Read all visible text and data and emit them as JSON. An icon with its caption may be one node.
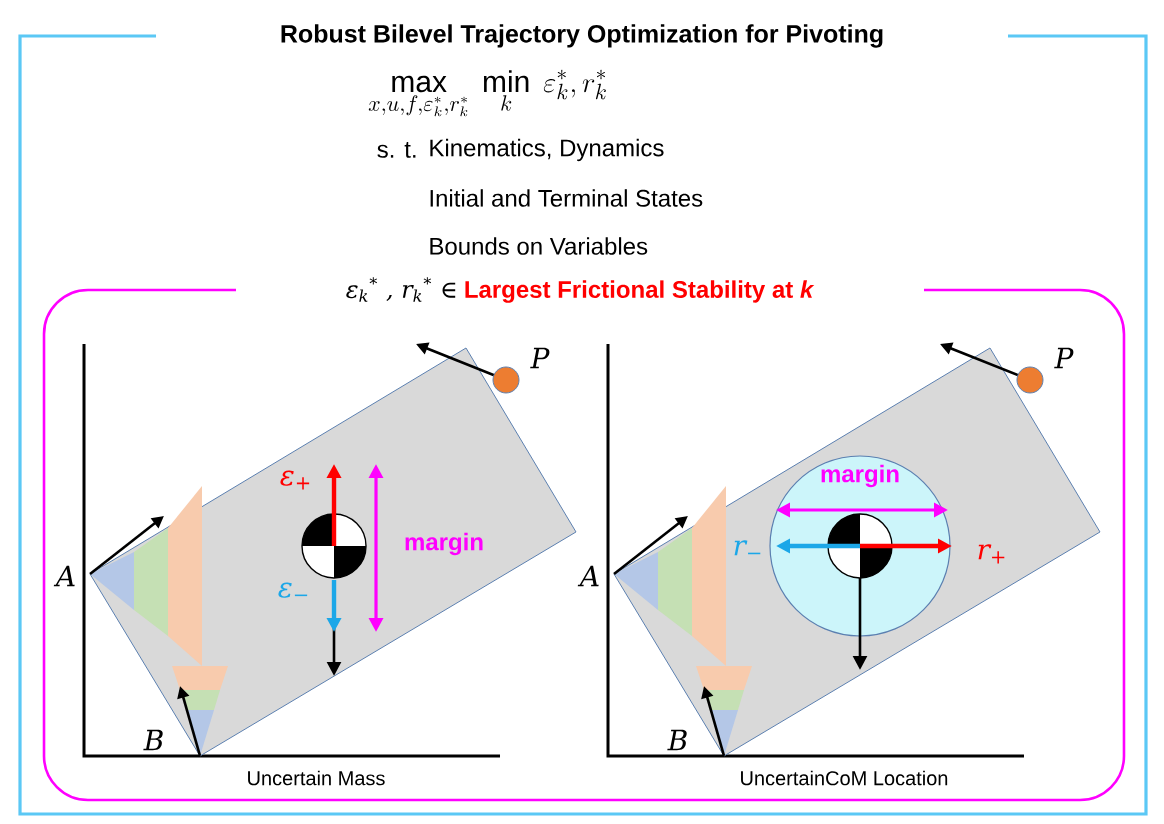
{
  "diagram": {
    "nodes": [
      {
        "text": [
          "Robust Bilevel Trajectory Optimization for Pivoting"
        ]
      },
      {
        "text": [
          "ε$_{k}$$^{*}$ , r$_{k}$$^{*}$ ∈",
          "Largest Frictional Stability at *k*"
        ],
        "in": 0
      }
    ],
    "labels": [
      "\\max_{x,u,f,\\varepsilon_k^*,r_k^*}\\;\\min_{k}\\;\\varepsilon_k^*, r_k^*",
      "s. t.",
      "Kinematics, Dynamics",
      "Initial and Terminal States",
      "Bounds on Variables",
      "P",
      "ε$_{+}$",
      "margin",
      "A",
      "ε$_{−}$",
      "B",
      "Uncertain Mass",
      "P",
      "margin",
      "A",
      "r$_{−}$",
      "r$_{+}$",
      "B",
      "UncertainCoM  Location"
    ]
  }
}
